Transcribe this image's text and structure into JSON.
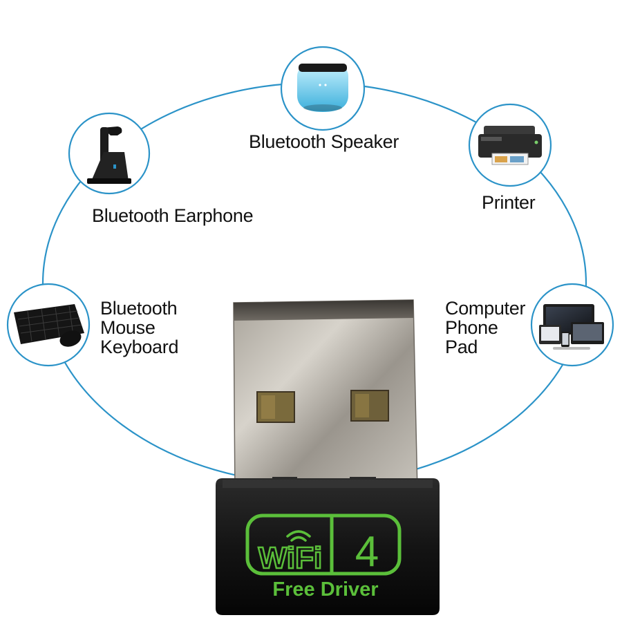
{
  "devices": {
    "speaker": {
      "label": "Bluetooth Speaker",
      "icon": "bluetooth-speaker-icon"
    },
    "earphone": {
      "label": "Bluetooth Earphone",
      "icon": "bluetooth-earphone-icon"
    },
    "printer": {
      "label": "Printer",
      "icon": "printer-icon"
    },
    "keyboard": {
      "lines": [
        "Bluetooth",
        "Mouse",
        "Keyboard"
      ],
      "icon": "keyboard-mouse-icon"
    },
    "computer": {
      "lines": [
        "Computer",
        "Phone",
        "Pad"
      ],
      "icon": "computer-devices-icon"
    }
  },
  "adapter": {
    "logo_text": "WiFi",
    "version": "4",
    "tagline": "Free Driver"
  },
  "colors": {
    "ring": "#2b93c8",
    "logo_green": "#5bbf3a",
    "body_black": "#151515"
  }
}
